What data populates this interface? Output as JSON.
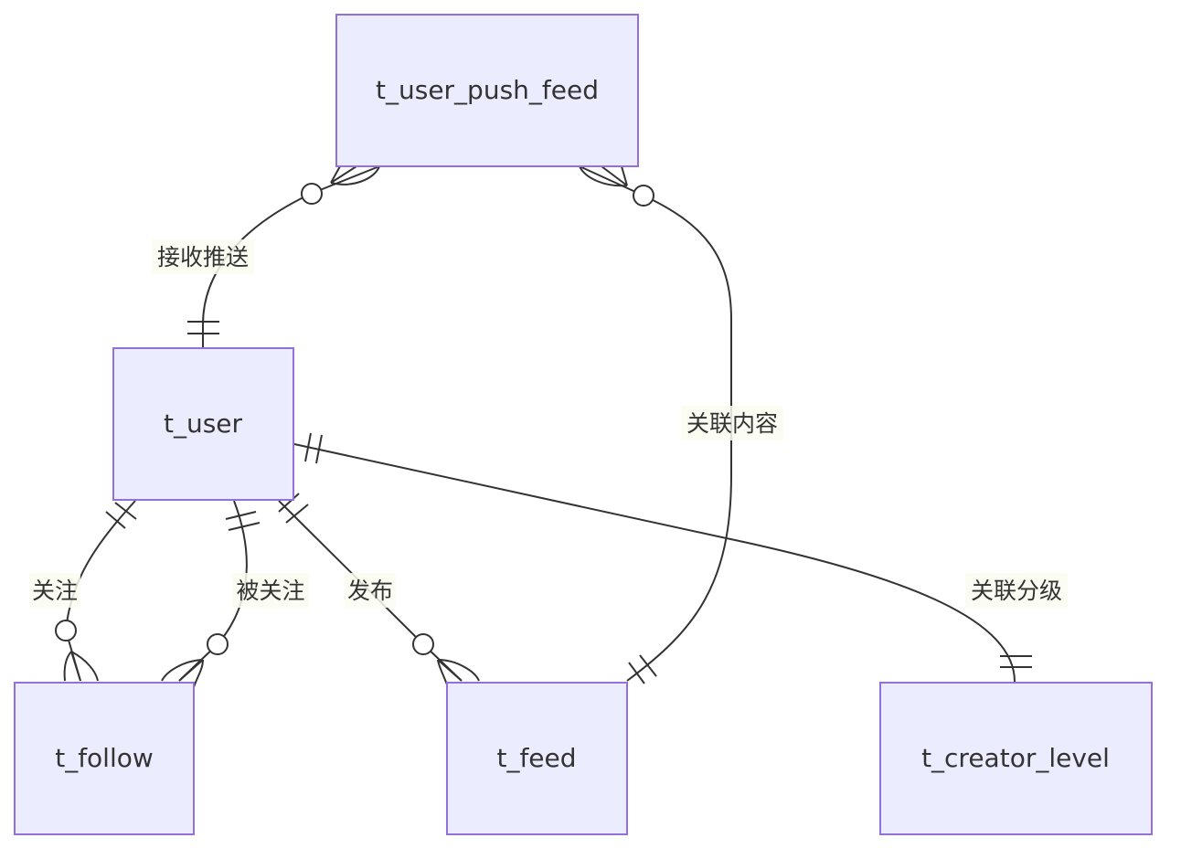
{
  "diagram": {
    "type": "er-diagram",
    "colors": {
      "entity_fill": "#ececff",
      "entity_stroke": "#9370db",
      "line": "#333333",
      "label_bg": "#fbfdf0",
      "text": "#333333"
    },
    "entities": [
      {
        "id": "t_user_push_feed",
        "label": "t_user_push_feed"
      },
      {
        "id": "t_user",
        "label": "t_user"
      },
      {
        "id": "t_follow",
        "label": "t_follow"
      },
      {
        "id": "t_feed",
        "label": "t_feed"
      },
      {
        "id": "t_creator_level",
        "label": "t_creator_level"
      }
    ],
    "relationships": [
      {
        "from": "t_user",
        "to": "t_user_push_feed",
        "label": "接收推送",
        "from_card": "exactly-one",
        "to_card": "zero-or-more"
      },
      {
        "from": "t_feed",
        "to": "t_user_push_feed",
        "label": "关联内容",
        "from_card": "exactly-one",
        "to_card": "zero-or-more"
      },
      {
        "from": "t_user",
        "to": "t_follow",
        "label": "关注",
        "from_card": "exactly-one",
        "to_card": "zero-or-more"
      },
      {
        "from": "t_user",
        "to": "t_follow",
        "label": "被关注",
        "from_card": "exactly-one",
        "to_card": "zero-or-more"
      },
      {
        "from": "t_user",
        "to": "t_feed",
        "label": "发布",
        "from_card": "exactly-one",
        "to_card": "zero-or-more"
      },
      {
        "from": "t_user",
        "to": "t_creator_level",
        "label": "关联分级",
        "from_card": "exactly-one",
        "to_card": "exactly-one"
      }
    ]
  }
}
